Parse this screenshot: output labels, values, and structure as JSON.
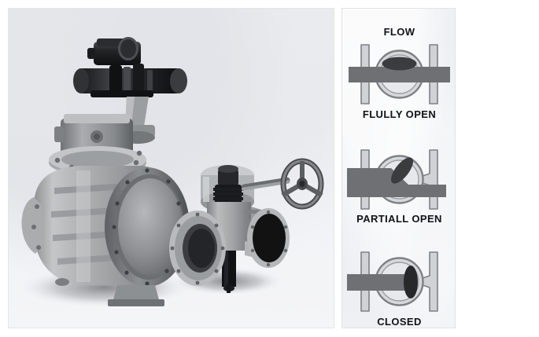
{
  "figure": {
    "title": "Butterfly valve photograph and operating-position diagrams",
    "background_color": "#ffffff"
  },
  "photo_panel": {
    "name": "butterfly-valve-photograph",
    "description": "Black and white photograph of two butterfly valves",
    "background_color": "#f3f4f7",
    "items": [
      {
        "name": "large-actuated-butterfly-valve",
        "description": "Large flanged butterfly valve with electric actuator and gearbox mounted on top"
      },
      {
        "name": "small-geared-butterfly-valve",
        "description": "Smaller flanged butterfly valve with worm gear operator and handwheel"
      }
    ]
  },
  "diagram_panel": {
    "name": "valve-position-diagrams",
    "background_color": "#eceef2",
    "flow_label": "FLOW",
    "arrow_color": "#6e7073",
    "body_color": "#c9cbcf",
    "body_outline": "#7e8184",
    "disc_color": "#3a3c3e",
    "states": [
      {
        "id": "fully-open",
        "label": "FLULLY OPEN",
        "disc_angle_deg": 0,
        "flow_through": true,
        "description": "Disc parallel to flow, full bore open"
      },
      {
        "id": "partiall-open",
        "label": "PARTIALL OPEN",
        "disc_angle_deg": 45,
        "flow_through": true,
        "description": "Disc inclined, restricted throttled flow"
      },
      {
        "id": "closed",
        "label": "CLOSED",
        "disc_angle_deg": 90,
        "flow_through": false,
        "description": "Disc perpendicular to flow, valve shut off"
      }
    ]
  }
}
